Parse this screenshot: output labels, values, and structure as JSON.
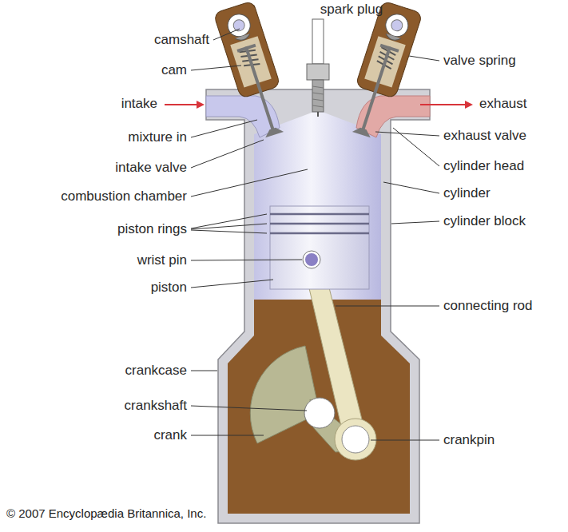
{
  "diagram": {
    "labels": [
      "spark plug",
      "camshaft",
      "cam",
      "valve spring",
      "intake",
      "exhaust",
      "mixture in",
      "exhaust valve",
      "intake valve",
      "cylinder head",
      "combustion chamber",
      "cylinder",
      "piston rings",
      "cylinder block",
      "wrist pin",
      "piston",
      "connecting rod",
      "crankcase",
      "crankshaft",
      "crank",
      "crankpin",
      "© 2007 Encyclopædia Britannica, Inc."
    ]
  }
}
